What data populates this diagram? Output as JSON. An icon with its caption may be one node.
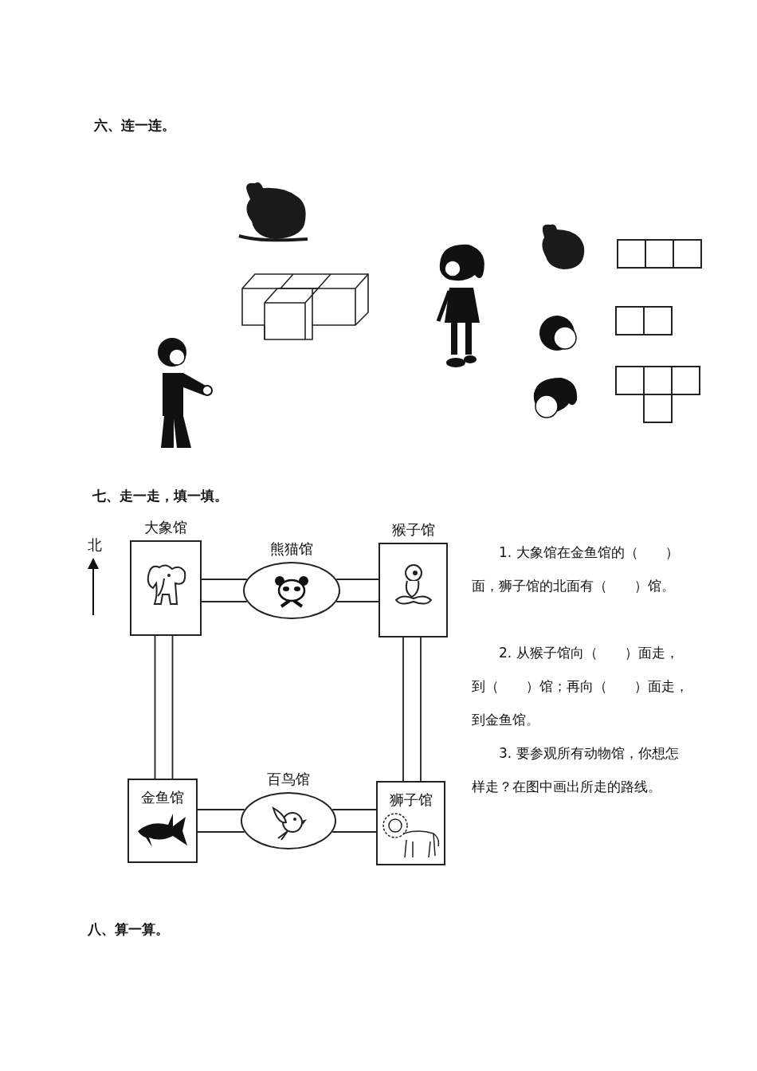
{
  "diagram": {
    "nodes": [
      {
        "text": [
          "大象馆"
        ]
      },
      {
        "text": [
          "熊猫馆"
        ]
      },
      {
        "text": [
          "猴子馆"
        ]
      },
      {
        "text": [
          "金鱼馆"
        ]
      },
      {
        "text": [
          "百鸟馆"
        ]
      },
      {
        "text": [
          "狮子馆"
        ]
      }
    ],
    "edges": [
      {
        "from": 0,
        "to": 1,
        "arrow": "none"
      },
      {
        "from": 1,
        "to": 2,
        "arrow": "none"
      },
      {
        "from": 0,
        "to": 3,
        "arrow": "none"
      },
      {
        "from": 2,
        "to": 5,
        "arrow": "none"
      },
      {
        "from": 3,
        "to": 4,
        "arrow": "none"
      },
      {
        "from": 4,
        "to": 5,
        "arrow": "none"
      }
    ],
    "labels": [
      "六、连一连。",
      "七、走一走，填一填。",
      "北",
      "1. 大象馆在金鱼馆的（　　）面，狮子馆的北面有（　　）馆。",
      "2. 从猴子馆向（　　）面走，到（　　）馆；再向（　　）面走，到金鱼馆。",
      "3. 要参观所有动物馆，你想怎样走？在图中画出所走的路线。",
      "八、算一算。"
    ]
  }
}
